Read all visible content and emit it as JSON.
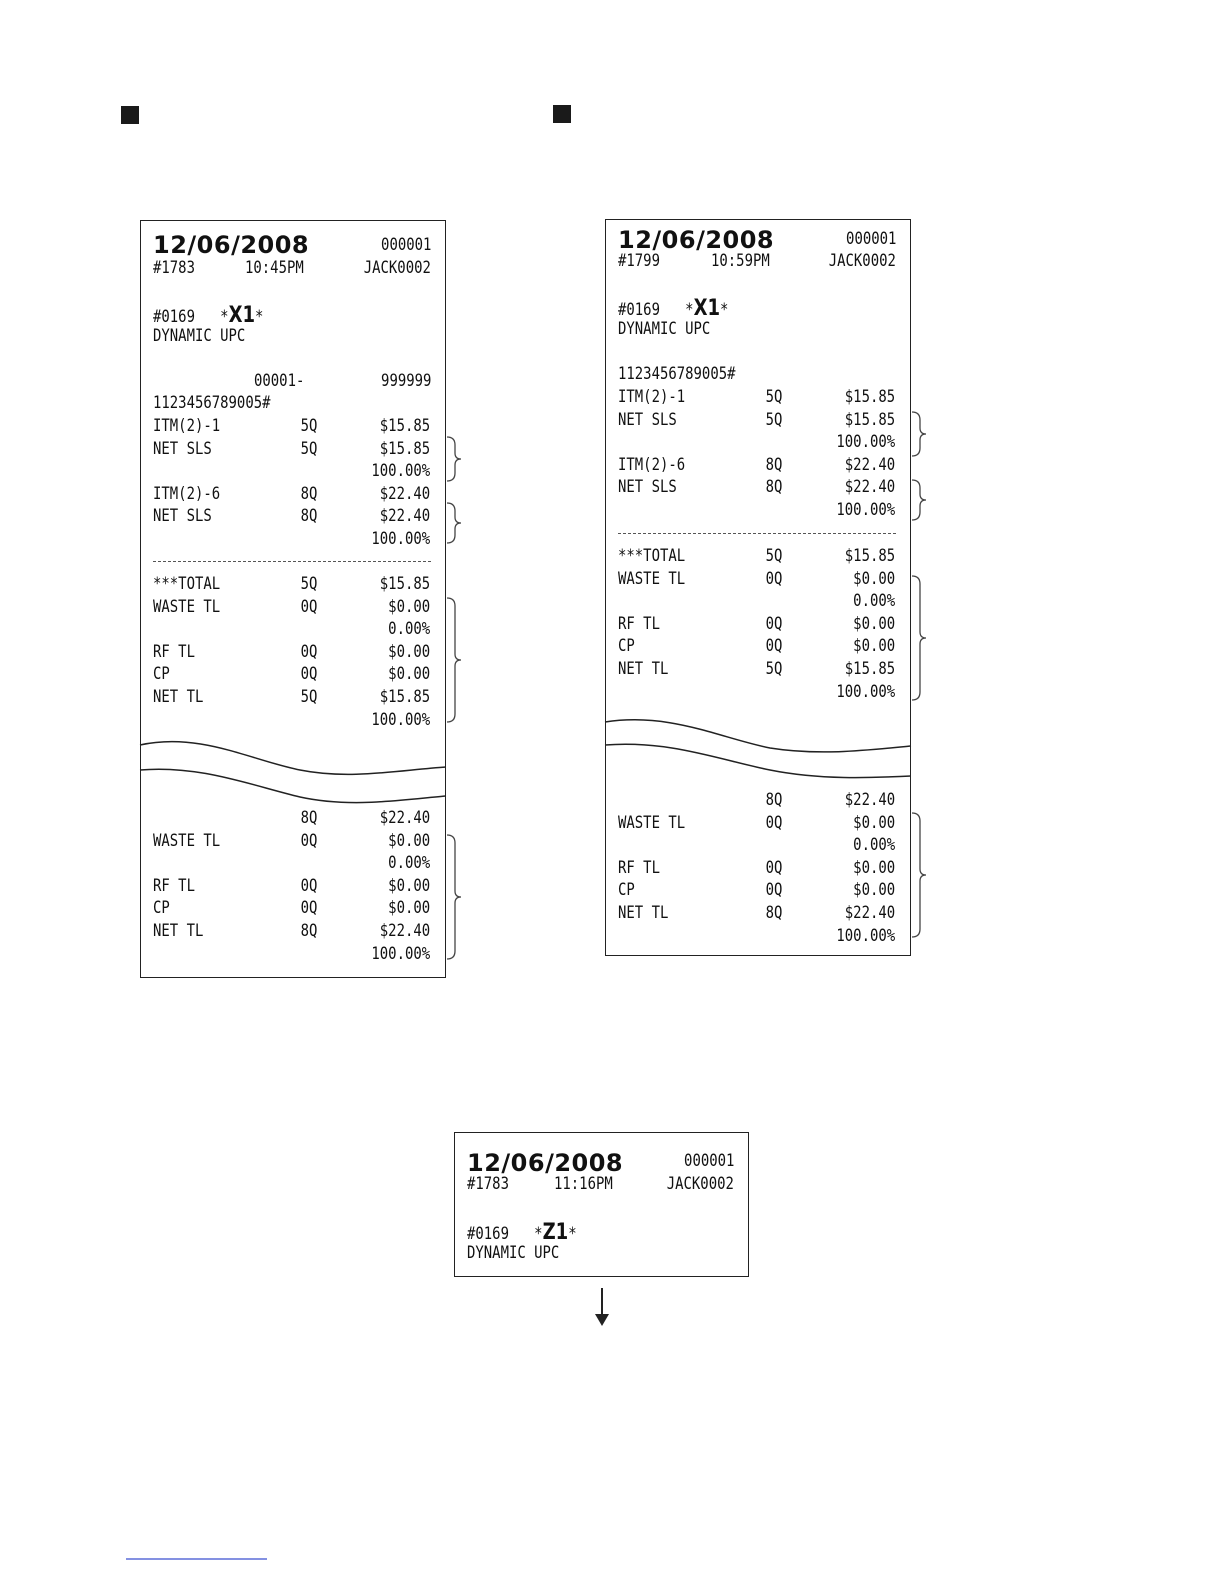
{
  "receipt_a": {
    "date": "12/06/2008",
    "num": "000001",
    "id": "#1783",
    "time": "10:45PM",
    "clerk": "JACK0002",
    "report_no": "#0169",
    "mode_prefix": "*",
    "mode": "X1",
    "mode_suffix": "*",
    "title": "DYNAMIC UPC",
    "range_from": "00001-",
    "range_to": "999999",
    "code": "1123456789005#",
    "lines_top": [
      [
        "ITM(2)-1",
        "5Q",
        "$15.85"
      ],
      [
        "NET SLS",
        "5Q",
        "$15.85"
      ],
      [
        "",
        "",
        "100.00%"
      ],
      [
        "ITM(2)-6",
        "8Q",
        "$22.40"
      ],
      [
        "NET SLS",
        "8Q",
        "$22.40"
      ],
      [
        "",
        "",
        "100.00%"
      ]
    ],
    "lines_totals": [
      [
        "***TOTAL",
        "5Q",
        "$15.85"
      ],
      [
        "WASTE TL",
        "0Q",
        "$0.00"
      ],
      [
        "",
        "",
        "0.00%"
      ],
      [
        "RF TL",
        "0Q",
        "$0.00"
      ],
      [
        "CP",
        "0Q",
        "$0.00"
      ],
      [
        "NET TL",
        "5Q",
        "$15.85"
      ],
      [
        "",
        "",
        "100.00%"
      ]
    ],
    "lines_bottom": [
      [
        "",
        "8Q",
        "$22.40"
      ],
      [
        "WASTE TL",
        "0Q",
        "$0.00"
      ],
      [
        "",
        "",
        "0.00%"
      ],
      [
        "RF TL",
        "0Q",
        "$0.00"
      ],
      [
        "CP",
        "0Q",
        "$0.00"
      ],
      [
        "NET TL",
        "8Q",
        "$22.40"
      ],
      [
        "",
        "",
        "100.00%"
      ]
    ]
  },
  "receipt_b": {
    "date": "12/06/2008",
    "num": "000001",
    "id": "#1799",
    "time": "10:59PM",
    "clerk": "JACK0002",
    "report_no": "#0169",
    "mode_prefix": "*",
    "mode": "X1",
    "mode_suffix": "*",
    "title": "DYNAMIC UPC",
    "code": "1123456789005#",
    "lines_top": [
      [
        "ITM(2)-1",
        "5Q",
        "$15.85"
      ],
      [
        "NET SLS",
        "5Q",
        "$15.85"
      ],
      [
        "",
        "",
        "100.00%"
      ],
      [
        "ITM(2)-6",
        "8Q",
        "$22.40"
      ],
      [
        "NET SLS",
        "8Q",
        "$22.40"
      ],
      [
        "",
        "",
        "100.00%"
      ]
    ],
    "lines_totals": [
      [
        "***TOTAL",
        "5Q",
        "$15.85"
      ],
      [
        "WASTE TL",
        "0Q",
        "$0.00"
      ],
      [
        "",
        "",
        "0.00%"
      ],
      [
        "RF TL",
        "0Q",
        "$0.00"
      ],
      [
        "CP",
        "0Q",
        "$0.00"
      ],
      [
        "NET TL",
        "5Q",
        "$15.85"
      ],
      [
        "",
        "",
        "100.00%"
      ]
    ],
    "lines_bottom": [
      [
        "",
        "8Q",
        "$22.40"
      ],
      [
        "WASTE TL",
        "0Q",
        "$0.00"
      ],
      [
        "",
        "",
        "0.00%"
      ],
      [
        "RF TL",
        "0Q",
        "$0.00"
      ],
      [
        "CP",
        "0Q",
        "$0.00"
      ],
      [
        "NET TL",
        "8Q",
        "$22.40"
      ],
      [
        "",
        "",
        "100.00%"
      ]
    ]
  },
  "receipt_c": {
    "date": "12/06/2008",
    "num": "000001",
    "id": "#1783",
    "time": "11:16PM",
    "clerk": "JACK0002",
    "report_no": "#0169",
    "mode_prefix": "*",
    "mode": "Z1",
    "mode_suffix": "*",
    "title": "DYNAMIC UPC"
  }
}
